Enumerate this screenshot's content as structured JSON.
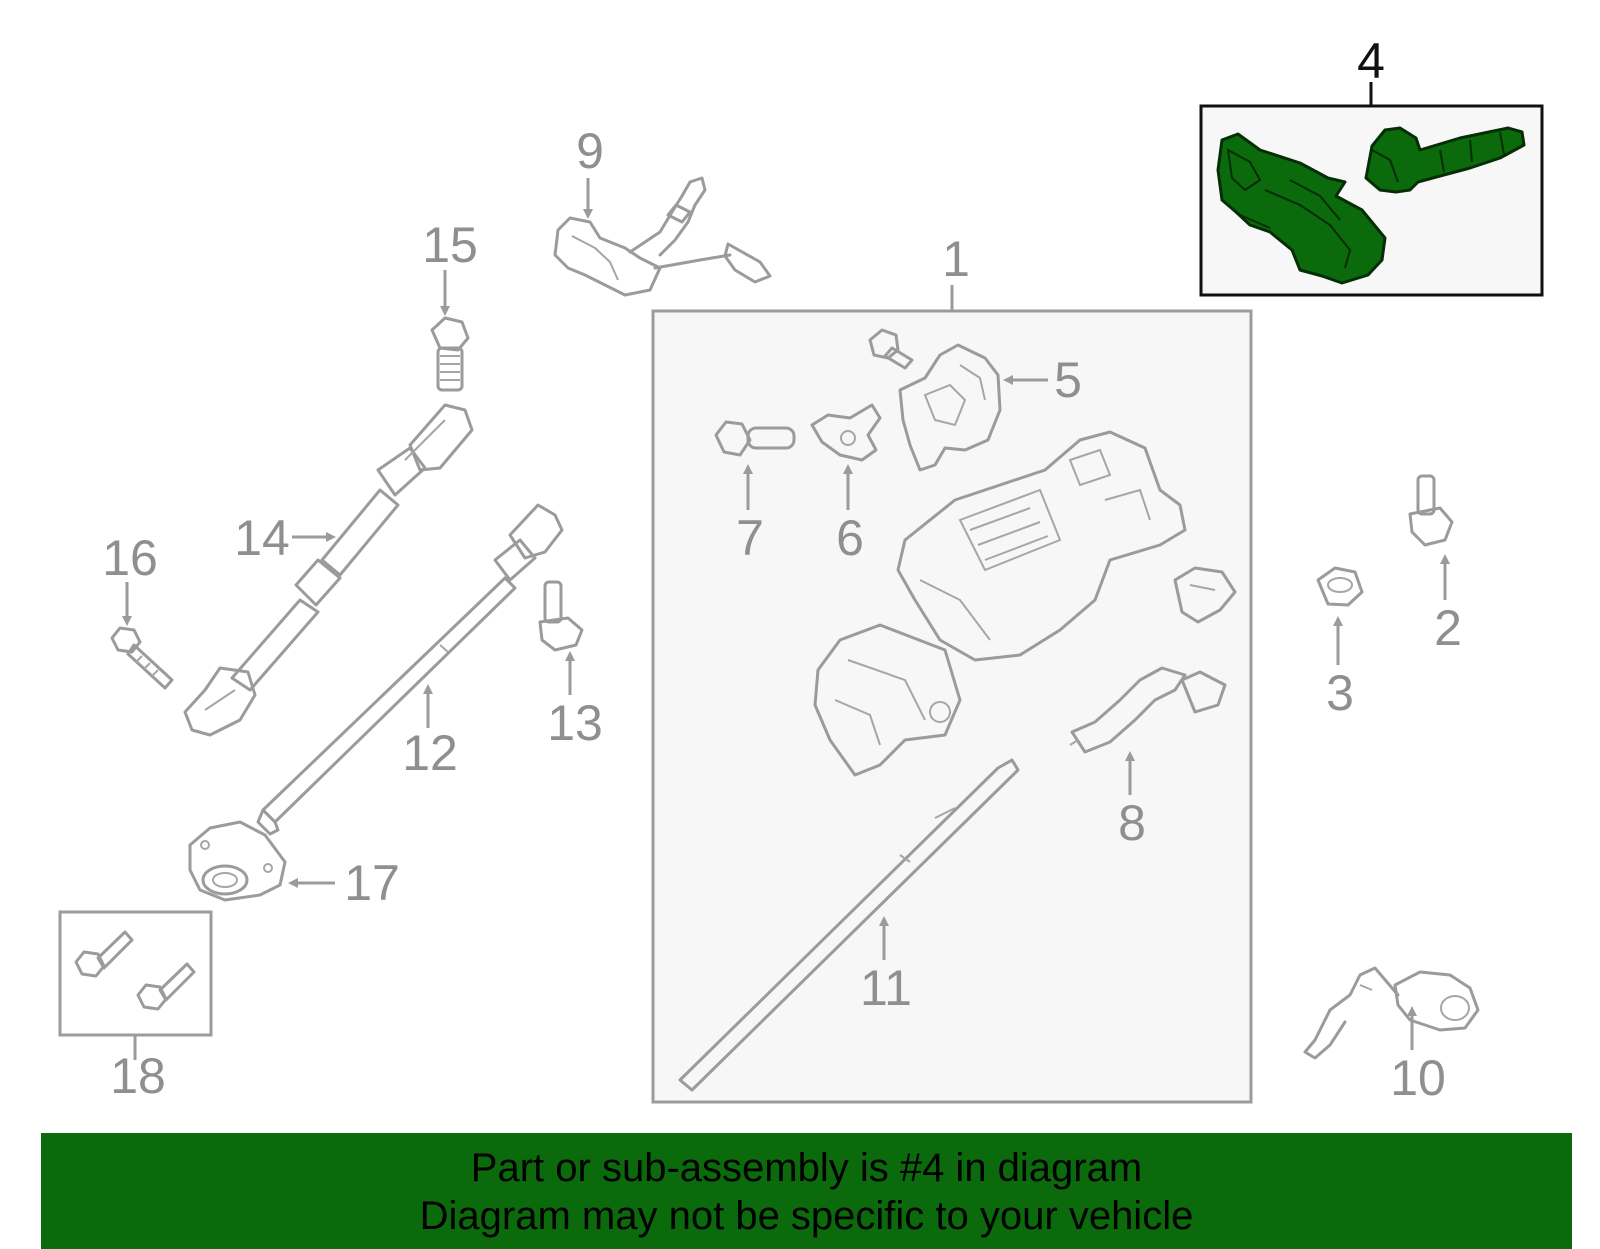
{
  "callouts": {
    "c1": "1",
    "c2": "2",
    "c3": "3",
    "c4": "4",
    "c5": "5",
    "c6": "6",
    "c7": "7",
    "c8": "8",
    "c9": "9",
    "c10": "10",
    "c11": "11",
    "c12": "12",
    "c13": "13",
    "c14": "14",
    "c15": "15",
    "c16": "16",
    "c17": "17",
    "c18": "18"
  },
  "highlighted_part": "4",
  "colors": {
    "highlight_green": "#0b6a0b",
    "part_gray": "#9b9b9b",
    "inset_bg": "#f7f7f7"
  },
  "banner": {
    "line1": "Part or sub-assembly is #4 in diagram",
    "line2": "Diagram may not be specific to your vehicle"
  }
}
